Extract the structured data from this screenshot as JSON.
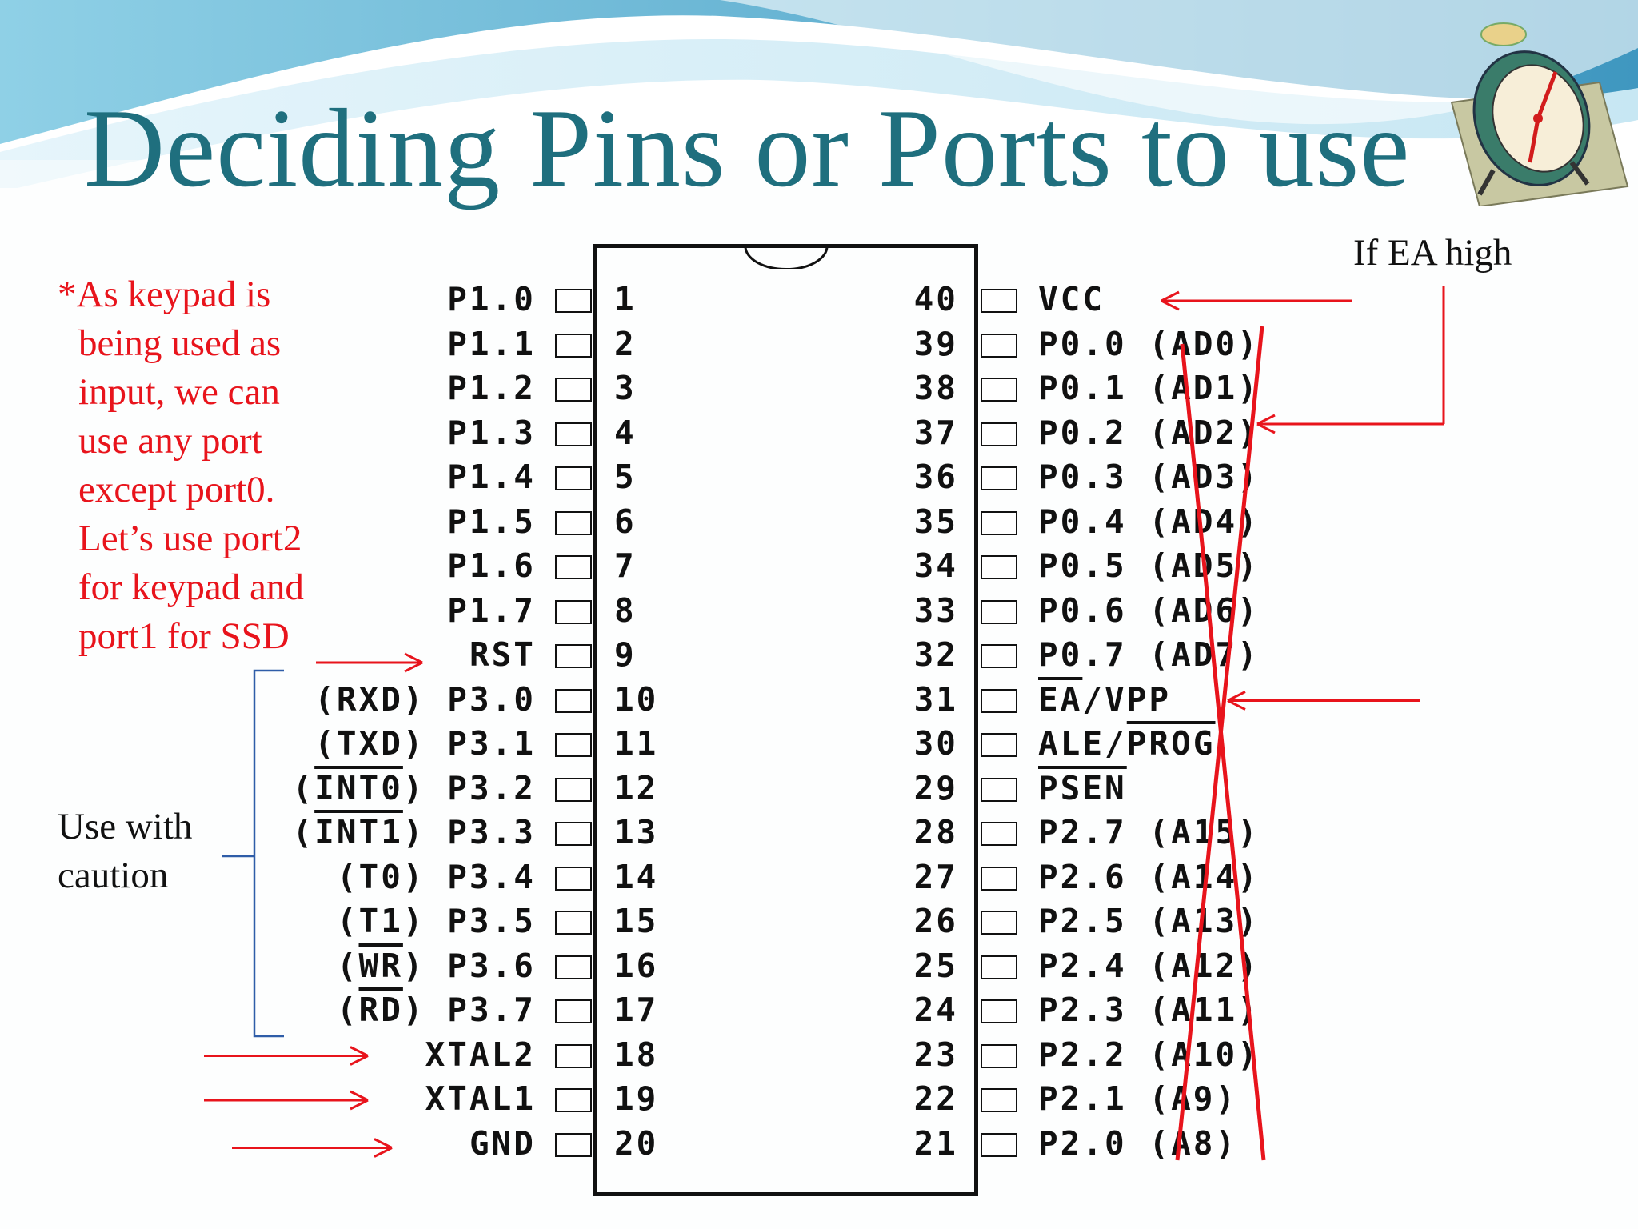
{
  "title": "Deciding Pins or Ports to use",
  "note_lines": [
    "*As keypad is",
    "being used as",
    "input, we can",
    "use any port",
    "except port0.",
    "Let’s use port2",
    "for keypad and",
    "port1  for SSD"
  ],
  "ea_label": "If EA high",
  "caution_lines": [
    "Use with",
    "caution"
  ],
  "left_pins": [
    {
      "label": "P1.0",
      "num": "1"
    },
    {
      "label": "P1.1",
      "num": "2"
    },
    {
      "label": "P1.2",
      "num": "3"
    },
    {
      "label": "P1.3",
      "num": "4"
    },
    {
      "label": "P1.4",
      "num": "5"
    },
    {
      "label": "P1.5",
      "num": "6"
    },
    {
      "label": "P1.6",
      "num": "7"
    },
    {
      "label": "P1.7",
      "num": "8"
    },
    {
      "label": "RST",
      "num": "9"
    },
    {
      "label": "(RXD) P3.0",
      "num": "10"
    },
    {
      "label": "(TXD) P3.1",
      "num": "11"
    },
    {
      "label": "(INT0) P3.2",
      "num": "12",
      "over": "INT0"
    },
    {
      "label": "(INT1) P3.3",
      "num": "13",
      "over": "INT1"
    },
    {
      "label": "(T0) P3.4",
      "num": "14"
    },
    {
      "label": "(T1) P3.5",
      "num": "15"
    },
    {
      "label": "(WR) P3.6",
      "num": "16",
      "over": "WR"
    },
    {
      "label": "(RD) P3.7",
      "num": "17",
      "over": "RD"
    },
    {
      "label": "XTAL2",
      "num": "18"
    },
    {
      "label": "XTAL1",
      "num": "19"
    },
    {
      "label": "GND",
      "num": "20"
    }
  ],
  "right_pins": [
    {
      "label": "VCC",
      "num": "40"
    },
    {
      "label": "P0.0 (AD0)",
      "num": "39"
    },
    {
      "label": "P0.1 (AD1)",
      "num": "38"
    },
    {
      "label": "P0.2 (AD2)",
      "num": "37"
    },
    {
      "label": "P0.3 (AD3)",
      "num": "36"
    },
    {
      "label": "P0.4 (AD4)",
      "num": "35"
    },
    {
      "label": "P0.5 (AD5)",
      "num": "34"
    },
    {
      "label": "P0.6 (AD6)",
      "num": "33"
    },
    {
      "label": "P0.7 (AD7)",
      "num": "32"
    },
    {
      "label": "EA/VPP",
      "num": "31",
      "over": "EA"
    },
    {
      "label": "ALE/PROG",
      "num": "30",
      "over": "PROG"
    },
    {
      "label": "PSEN",
      "num": "29",
      "over": "PSEN"
    },
    {
      "label": "P2.7 (A15)",
      "num": "28"
    },
    {
      "label": "P2.6 (A14)",
      "num": "27"
    },
    {
      "label": "P2.5 (A13)",
      "num": "26"
    },
    {
      "label": "P2.4 (A12)",
      "num": "25"
    },
    {
      "label": "P2.3 (A11)",
      "num": "24"
    },
    {
      "label": "P2.2 (A10)",
      "num": "23"
    },
    {
      "label": "P2.1 (A9)",
      "num": "22"
    },
    {
      "label": "P2.0 (A8)",
      "num": "21"
    }
  ],
  "colors": {
    "title": "#1f6f7e",
    "annotation": "#e8141c",
    "bracket": "#2f5da8",
    "wave_dark": "#4aa3c7",
    "wave_light": "#bfe3f1"
  },
  "icons": [
    "alarm-clock-icon"
  ]
}
